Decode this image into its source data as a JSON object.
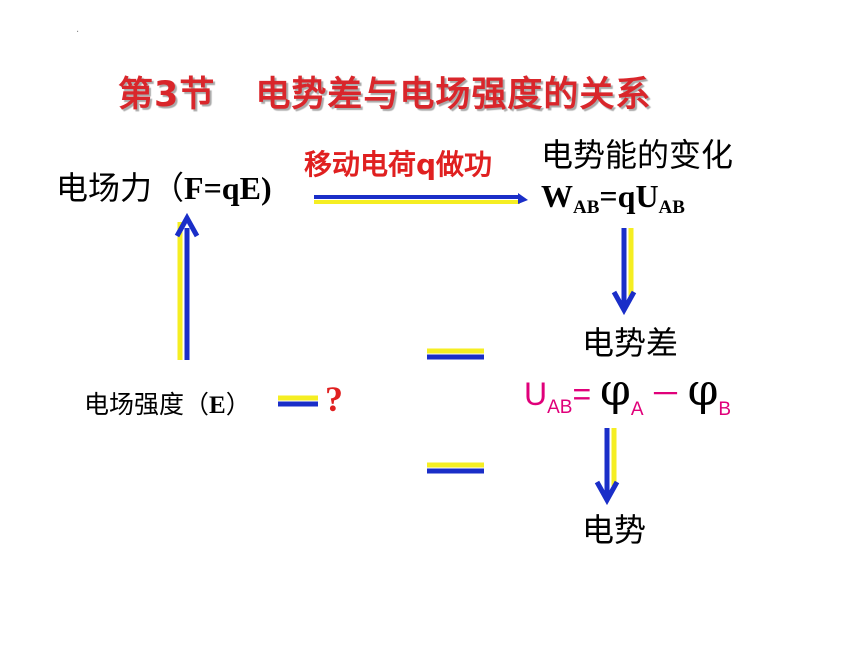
{
  "dot": ".",
  "title": {
    "section": "第3节",
    "topic": "电势差与电场强度的关系"
  },
  "labels": {
    "force_cn": "电场力（",
    "force_formula": "F=qE)",
    "move_charge": "移动电荷q做功",
    "ep_change": "电势能的变化",
    "wab_main": "W",
    "wab_sub": "AB",
    "wab_eq": "=qU",
    "wab_sub2": "AB",
    "potential_diff": "电势差",
    "uab_u": "U",
    "uab_sub": "AB",
    "uab_eq": "=",
    "phi1": "φ",
    "phi1_sub": "A",
    "minus": "－",
    "phi2": "φ",
    "phi2_sub": "B",
    "efield_cn": "电场强度（",
    "efield_e": "E",
    "efield_close": "）",
    "question": "?",
    "potential": "电势"
  },
  "colors": {
    "arrow_blue": "#1a2ec8",
    "arrow_yellow": "#f5ee22",
    "title_red": "#d9262b",
    "formula_pink": "#e0007a"
  }
}
